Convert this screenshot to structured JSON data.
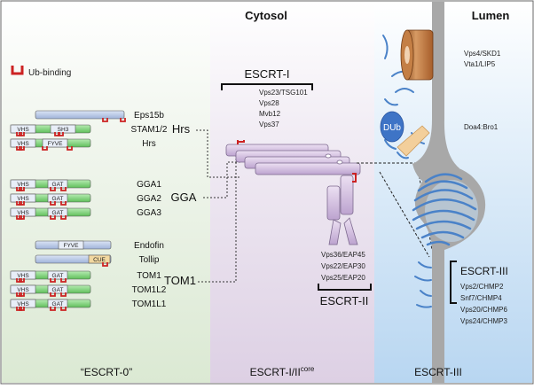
{
  "headers": {
    "cytosol": "Cytosol",
    "lumen": "Lumen"
  },
  "legend": {
    "ub_binding": "Ub-binding"
  },
  "escrt0": {
    "proteins": [
      {
        "name": "Eps15b",
        "domains": []
      },
      {
        "name": "STAM1/2",
        "domains": [
          "VHS",
          "SH3"
        ]
      },
      {
        "name": "Hrs",
        "domains": [
          "VHS",
          "FYVE"
        ]
      },
      {
        "name": "GGA1",
        "domains": [
          "VHS",
          "GAT"
        ]
      },
      {
        "name": "GGA2",
        "domains": [
          "VHS",
          "GAT"
        ]
      },
      {
        "name": "GGA3",
        "domains": [
          "VHS",
          "GAT"
        ]
      },
      {
        "name": "Endofin",
        "domains": [
          "FYVE"
        ]
      },
      {
        "name": "Tollip",
        "domains": [
          "CUE"
        ]
      },
      {
        "name": "TOM1",
        "domains": [
          "VHS",
          "GAT"
        ]
      },
      {
        "name": "TOM1L2",
        "domains": [
          "VHS",
          "GAT"
        ]
      },
      {
        "name": "TOM1L1",
        "domains": [
          "VHS",
          "GAT"
        ]
      }
    ],
    "group_labels": [
      "Hrs",
      "GGA",
      "TOM1"
    ],
    "footer": "“ESCRT-0”"
  },
  "escrt1": {
    "title": "ESCRT-I",
    "subunits": [
      "Vps23/TSG101",
      "Vps28",
      "Mvb12",
      "Vps37"
    ]
  },
  "escrt2": {
    "title": "ESCRT-II",
    "subunits": [
      "Vps36/EAP45",
      "Vps22/EAP30",
      "Vps25/EAP20"
    ]
  },
  "escrt3": {
    "title": "ESCRT-III",
    "subunits": [
      "Vps2/CHMP2",
      "Snf7/CHMP4",
      "Vps20/CHMP6",
      "Vps24/CHMP3"
    ],
    "footer": "ESCRT-III"
  },
  "lumen_labels": {
    "vps4_line1": "Vps4/SKD1",
    "vps4_line2": "Vta1/LIP5",
    "doa4": "Doa4:Bro1",
    "dub": "DUb"
  },
  "middle_footer": {
    "main": "ESCRT-I/II",
    "sup": "core"
  },
  "colors": {
    "green_panel": "#e2eddc",
    "purple_panel": "#e5dcea",
    "blue_panel": "#c2dcf3",
    "ub_red": "#cc2222",
    "protein_green": "#7ed37a",
    "protein_blue": "#b2c4e4",
    "complex_purple": "#cdb6dc",
    "membrane_gray": "#a8a8a8",
    "escrt3_blue": "#4a82c8"
  }
}
